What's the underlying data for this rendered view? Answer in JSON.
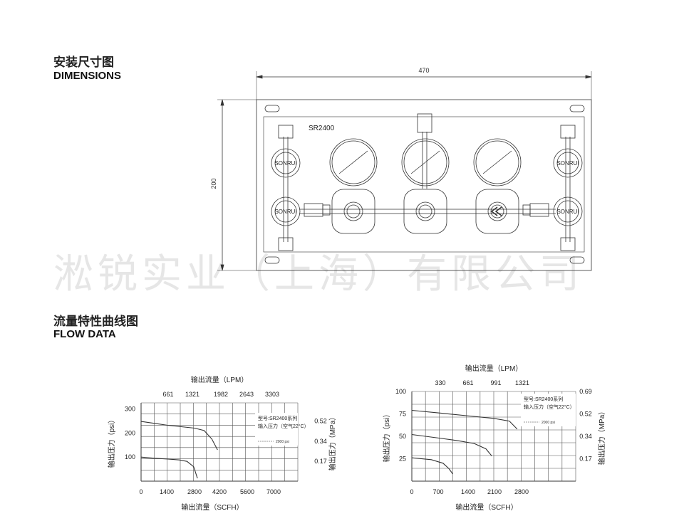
{
  "headings": {
    "dimensions_cn": "安装尺寸图",
    "dimensions_en": "DIMENSIONS",
    "flow_cn": "流量特性曲线图",
    "flow_en": "FLOW DATA"
  },
  "watermark": "淞锐实业（上海）有限公司",
  "drawing": {
    "width_label": "470",
    "height_label": "200",
    "model": "SR2400",
    "brand": "SONRUI",
    "gauge_count": 3,
    "valve_count": 4
  },
  "chart_data": [
    {
      "type": "line",
      "title": "",
      "top_axis_title": "输出流量（LPM）",
      "top_ticks": [
        "661",
        "1321",
        "1982",
        "2643",
        "3303"
      ],
      "xlabel": "输出流量（SCFH）",
      "x_ticks": [
        "0",
        "1400",
        "2800",
        "4200",
        "5600",
        "7000"
      ],
      "xlim": [
        0,
        8200
      ],
      "ylabel": "输出压力（psi）",
      "y_ticks": [
        "100",
        "200",
        "300"
      ],
      "ylim": [
        0,
        325
      ],
      "y2label": "输出压力（MPa）",
      "y2_ticks": [
        "0.17",
        "0.34",
        "0.52"
      ],
      "legend": {
        "model": "型号:SR2400系列",
        "input": "输入压力（空气22°C）",
        "line": "2000 psi"
      },
      "series": [
        {
          "x": [
            0,
            700,
            1400,
            2100,
            2800,
            3300,
            3700,
            4000
          ],
          "y": [
            248,
            240,
            232,
            226,
            220,
            210,
            175,
            130
          ]
        },
        {
          "x": [
            0,
            700,
            1400,
            2000,
            2400,
            2750,
            2950
          ],
          "y": [
            100,
            95,
            92,
            88,
            82,
            60,
            12
          ]
        }
      ]
    },
    {
      "type": "line",
      "title": "",
      "top_axis_title": "输出流量（LPM）",
      "top_ticks": [
        "330",
        "661",
        "991",
        "1321"
      ],
      "xlabel": "输出流量（SCFH）",
      "x_ticks": [
        "0",
        "700",
        "1400",
        "2100",
        "2800"
      ],
      "xlim": [
        0,
        4200
      ],
      "ylabel": "输出压力（psi）",
      "y_ticks": [
        "25",
        "50",
        "75",
        "100"
      ],
      "ylim": [
        0,
        100
      ],
      "y2label": "输出压力（MPa）",
      "y2_ticks": [
        "0.17",
        "0.34",
        "0.52",
        "0.69"
      ],
      "legend": {
        "model": "型号:SR2400系列",
        "input": "输入压力（空气22°C）",
        "line": "2000 psi"
      },
      "series": [
        {
          "x": [
            0,
            700,
            1400,
            2100,
            2500,
            2700
          ],
          "y": [
            79,
            76,
            73,
            70,
            67,
            58
          ]
        },
        {
          "x": [
            0,
            700,
            1200,
            1600,
            1900,
            2050
          ],
          "y": [
            52,
            48,
            45,
            42,
            36,
            28
          ]
        },
        {
          "x": [
            0,
            500,
            800,
            950,
            1050
          ],
          "y": [
            26,
            24,
            20,
            14,
            8
          ]
        }
      ]
    }
  ]
}
